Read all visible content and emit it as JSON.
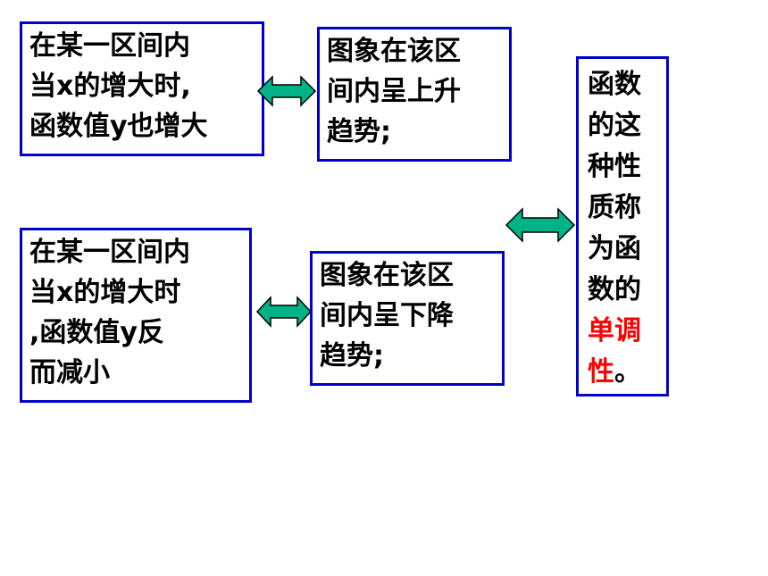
{
  "increase": {
    "condition_lines": [
      "在某一区间内",
      "当x的增大时,",
      "函数值y也增大"
    ],
    "graph_lines": [
      "图象在该区",
      "间内呈上升",
      "趋势;"
    ]
  },
  "decrease": {
    "condition_lines": [
      "在某一区间内",
      "当x的增大时",
      ",函数值y反",
      "而减小"
    ],
    "graph_lines": [
      "图象在该区",
      "间内呈下降",
      "趋势;"
    ]
  },
  "conclusion": {
    "lines": [
      "函数",
      "的这",
      "种性",
      "质称",
      "为函",
      "数的"
    ],
    "highlight_line": "单调",
    "last_line_highlight": "性",
    "last_line_rest": "。"
  },
  "colors": {
    "border": "#0000cc",
    "arrow_fill": "#00b386",
    "highlight": "#ff0000"
  }
}
